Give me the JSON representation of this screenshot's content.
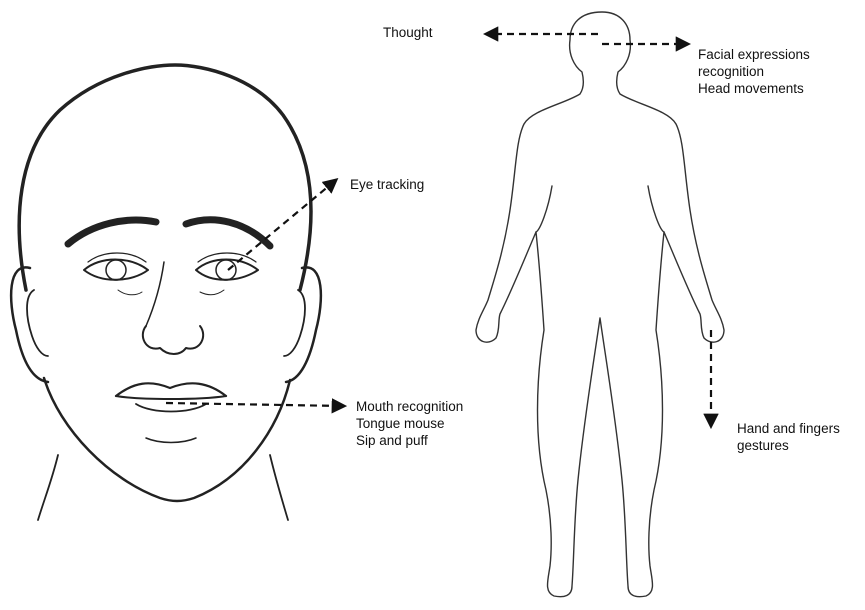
{
  "labels": {
    "thought": "Thought",
    "facial": [
      "Facial expressions",
      "recognition",
      "Head movements"
    ],
    "eye_tracking": "Eye tracking",
    "mouth": [
      "Mouth recognition",
      "Tongue mouse",
      "Sip and puff"
    ],
    "hand": [
      "Hand and fingers",
      "gestures"
    ]
  },
  "colors": {
    "line": "#111111",
    "outline": "#222222",
    "background": "#ffffff"
  }
}
